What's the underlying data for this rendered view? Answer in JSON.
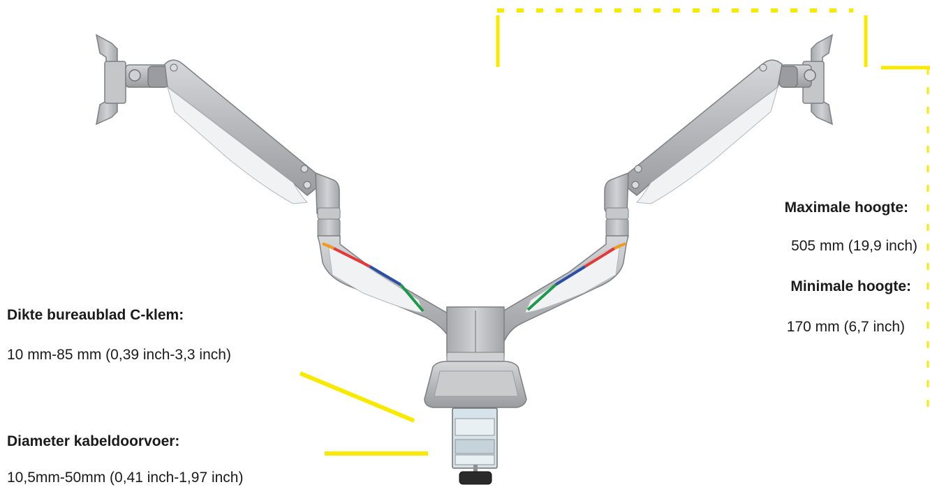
{
  "annotations": {
    "desk_thickness": {
      "title": "Dikte bureaublad C-klem:",
      "value": "10 mm-85 mm (0,39 inch-3,3 inch)"
    },
    "cable_diameter": {
      "title": "Diameter kabeldoorvoer:",
      "value": "10,5mm-50mm (0,41 inch-1,97 inch)"
    },
    "max_height": {
      "title": "Maximale hoogte:",
      "value": "505 mm (19,9 inch)"
    },
    "min_height": {
      "title": "Minimale hoogte:",
      "value": "170 mm (6,7 inch)"
    }
  },
  "colors": {
    "indicator_yellow": "#f7ea00",
    "arm_silver": "#b9bbbd",
    "arm_white": "#f1f2f3",
    "stripe_orange": "#f39a1e",
    "stripe_red": "#e23a3a",
    "stripe_blue": "#2b4fa6",
    "stripe_green": "#1a9a4a"
  }
}
